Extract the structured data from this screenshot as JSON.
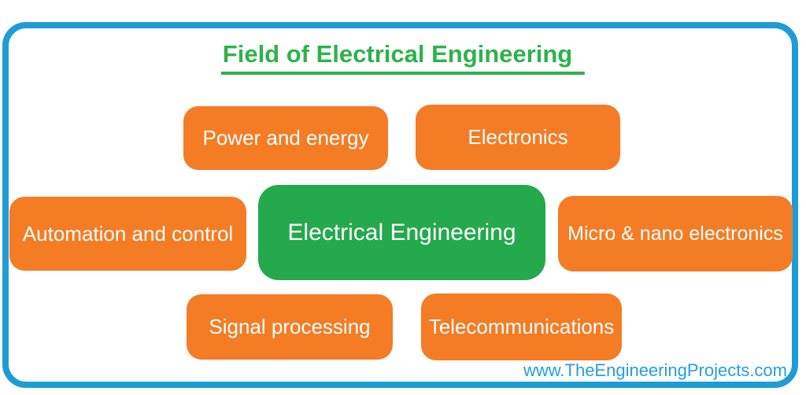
{
  "title": {
    "text": "Field of Electrical Engineering"
  },
  "center_node": {
    "label": "Electrical Engineering"
  },
  "nodes": [
    {
      "id": "power-and-energy",
      "label": "Power and energy"
    },
    {
      "id": "electronics",
      "label": "Electronics"
    },
    {
      "id": "automation-and-control",
      "label": "Automation and control"
    },
    {
      "id": "micro-nano-electronics",
      "label": "Micro & nano electronics"
    },
    {
      "id": "signal-processing",
      "label": "Signal processing"
    },
    {
      "id": "telecommunications",
      "label": "Telecommunications"
    }
  ],
  "watermark": {
    "text": "www.TheEngineeringProjects.com"
  },
  "colors": {
    "orange": "#f47c25",
    "green": "#24a94d",
    "title_green": "#2db24b",
    "border_blue": "#1e9cd8",
    "watermark_blue": "#259fdb",
    "box_text": "#ffffff"
  }
}
